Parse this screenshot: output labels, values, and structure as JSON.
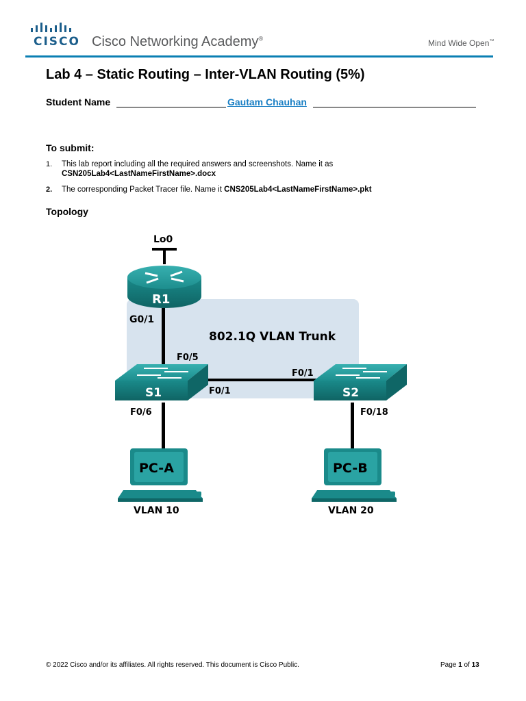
{
  "header": {
    "logo_word": "CISCO",
    "academy_name": "Cisco Networking Academy",
    "registered_mark": "®",
    "tagline": "Mind Wide Open",
    "tagline_mark": "™"
  },
  "title": "Lab 4 – Static Routing – Inter-VLAN Routing (5%)",
  "student": {
    "label": "Student Name",
    "value": "Gautam Chauhan"
  },
  "submit": {
    "heading": "To submit:",
    "items": [
      {
        "num": "1.",
        "text": "This lab report including all the required answers and screenshots. Name it as",
        "bold_text": "CSN205Lab4<LastNameFirstName>.docx"
      },
      {
        "num": "2.",
        "text": "The corresponding Packet Tracer file. Name it ",
        "bold_text": "CNS205Lab4<LastNameFirstName>.pkt"
      }
    ]
  },
  "topology": {
    "heading": "Topology",
    "labels": {
      "lo0": "Lo0",
      "r1": "R1",
      "g01": "G0/1",
      "trunk": "802.1Q VLAN Trunk",
      "s1_f05": "F0/5",
      "s2_f01": "F0/1",
      "s1": "S1",
      "s2": "S2",
      "s1_f01": "F0/1",
      "s1_f06": "F0/6",
      "s2_f018": "F0/18",
      "pca": "PC-A",
      "pcb": "PC-B",
      "vlan10": "VLAN 10",
      "vlan20": "VLAN 20"
    },
    "colors": {
      "device": "#1a8a8a",
      "device_dark": "#0f6b6b",
      "trunk_bg": "#d7e3ee"
    }
  },
  "footer": {
    "copyright": "© 2022 Cisco and/or its affiliates. All rights reserved. This document is Cisco Public.",
    "page_word": "Page",
    "page_num": "1",
    "of_word": "of",
    "page_total": "13"
  }
}
